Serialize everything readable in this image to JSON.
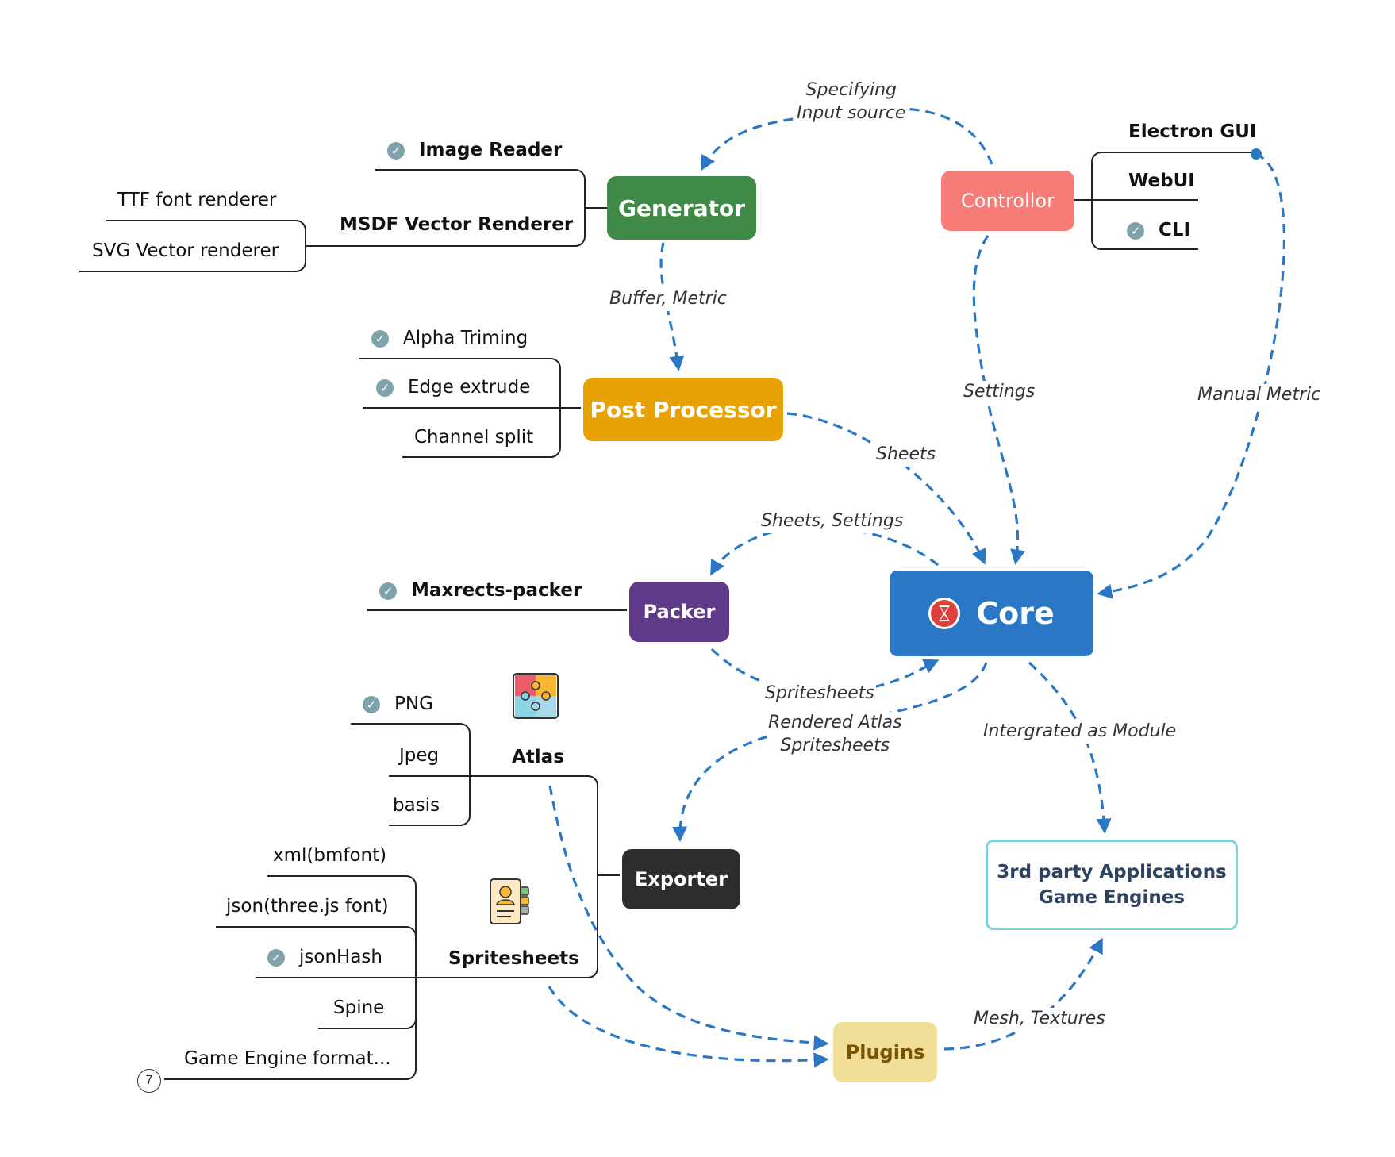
{
  "nodes": {
    "generator": "Generator",
    "controller": "Controllor",
    "post_processor": "Post Processor",
    "packer": "Packer",
    "core": "Core",
    "exporter": "Exporter",
    "third_party": "3rd party Applications\nGame Engines",
    "plugins": "Plugins"
  },
  "generator_branches": {
    "image_reader": "Image Reader",
    "msdf": "MSDF Vector Renderer",
    "ttf": "TTF font renderer",
    "svg": "SVG Vector renderer"
  },
  "controller_branches": {
    "electron": "Electron GUI",
    "webui": "WebUI",
    "cli": "CLI"
  },
  "post_branches": {
    "alpha": "Alpha Triming",
    "edge": "Edge extrude",
    "channel": "Channel split"
  },
  "packer_branches": {
    "maxrects": "Maxrects-packer"
  },
  "exporter_branches": {
    "atlas": "Atlas",
    "png": "PNG",
    "jpeg": "Jpeg",
    "basis": "basis",
    "spritesheets": "Spritesheets",
    "xml": "xml(bmfont)",
    "json3": "json(three.js font)",
    "jsonhash": "jsonHash",
    "spine": "Spine",
    "game_engine": "Game Engine format...",
    "hidden_count": "7"
  },
  "edge_labels": {
    "specifying": "Specifying\nInput source",
    "buffer": "Buffer, Metric",
    "settings": "Settings",
    "manual_metric": "Manual Metric",
    "sheets": "Sheets",
    "sheets_settings": "Sheets, Settings",
    "spritesheets": "Spritesheets",
    "rendered": "Rendered Atlas\nSpritesheets",
    "integrated": "Intergrated as Module",
    "mesh": "Mesh, Textures"
  },
  "colors": {
    "generator": "#3f8a46",
    "controller": "#f77b76",
    "post_processor": "#e9a204",
    "packer": "#5f3a8b",
    "core": "#2a78c5",
    "exporter": "#2d2d2d",
    "third_party_border": "#7fd0e3",
    "third_party_text": "#2c4361",
    "plugins_bg": "#f2df97",
    "plugins_text": "#7a5304",
    "edge": "#2a78c5",
    "check": "#7fa3ab"
  },
  "icons": [
    "check-icon",
    "hourglass-icon",
    "puzzle-icon",
    "document-icon"
  ]
}
